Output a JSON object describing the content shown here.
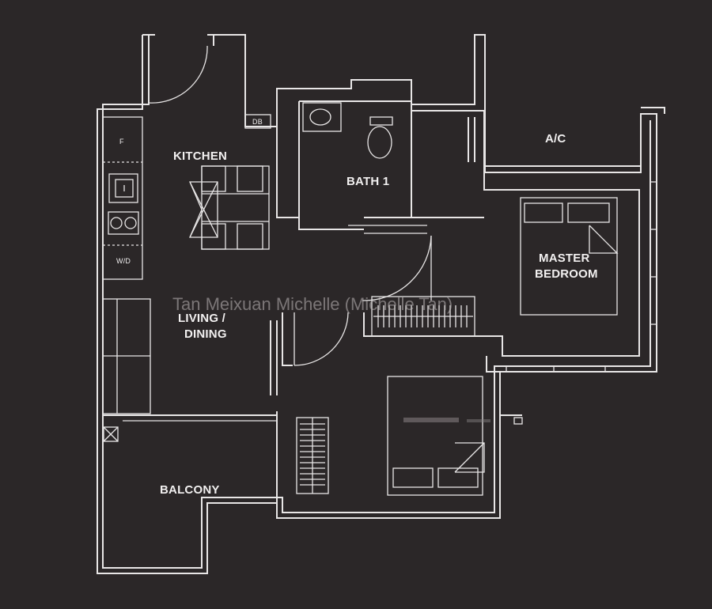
{
  "rooms": {
    "kitchen": "KITCHEN",
    "bath": "BATH 1",
    "ac": "A/C",
    "master_line1": "MASTER",
    "master_line2": "BEDROOM",
    "living_line1": "LIVING /",
    "living_line2": "DINING",
    "balcony": "BALCONY"
  },
  "fixtures": {
    "db": "DB",
    "fridge": "F",
    "washer": "W/D"
  },
  "watermark": "Tan Meixuan Michelle (Michelle Tan)",
  "colors": {
    "background": "#2b2728",
    "lines": "#e8e6e6"
  }
}
